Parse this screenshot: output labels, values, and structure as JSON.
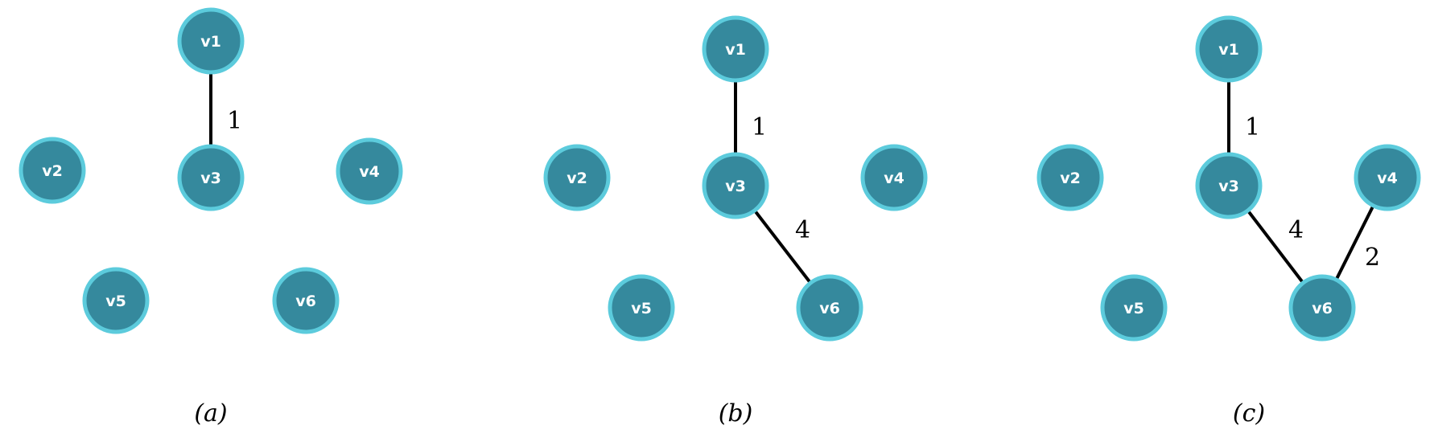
{
  "colors": {
    "node_fill": "#35899d",
    "node_stroke": "#5ccbdc",
    "edge": "#000000",
    "node_text": "#ffffff"
  },
  "panels": [
    {
      "caption": "(a)",
      "nodes": [
        {
          "id": "v1",
          "label": "v1"
        },
        {
          "id": "v2",
          "label": "v2"
        },
        {
          "id": "v3",
          "label": "v3"
        },
        {
          "id": "v4",
          "label": "v4"
        },
        {
          "id": "v5",
          "label": "v5"
        },
        {
          "id": "v6",
          "label": "v6"
        }
      ],
      "edges": [
        {
          "from": "v1",
          "to": "v3",
          "weight": "1"
        }
      ]
    },
    {
      "caption": "(b)",
      "nodes": [
        {
          "id": "v1",
          "label": "v1"
        },
        {
          "id": "v2",
          "label": "v2"
        },
        {
          "id": "v3",
          "label": "v3"
        },
        {
          "id": "v4",
          "label": "v4"
        },
        {
          "id": "v5",
          "label": "v5"
        },
        {
          "id": "v6",
          "label": "v6"
        }
      ],
      "edges": [
        {
          "from": "v1",
          "to": "v3",
          "weight": "1"
        },
        {
          "from": "v3",
          "to": "v6",
          "weight": "4"
        }
      ]
    },
    {
      "caption": "(c)",
      "nodes": [
        {
          "id": "v1",
          "label": "v1"
        },
        {
          "id": "v2",
          "label": "v2"
        },
        {
          "id": "v3",
          "label": "v3"
        },
        {
          "id": "v4",
          "label": "v4"
        },
        {
          "id": "v5",
          "label": "v5"
        },
        {
          "id": "v6",
          "label": "v6"
        }
      ],
      "edges": [
        {
          "from": "v1",
          "to": "v3",
          "weight": "1"
        },
        {
          "from": "v3",
          "to": "v6",
          "weight": "4"
        },
        {
          "from": "v4",
          "to": "v6",
          "weight": "2"
        }
      ]
    }
  ]
}
